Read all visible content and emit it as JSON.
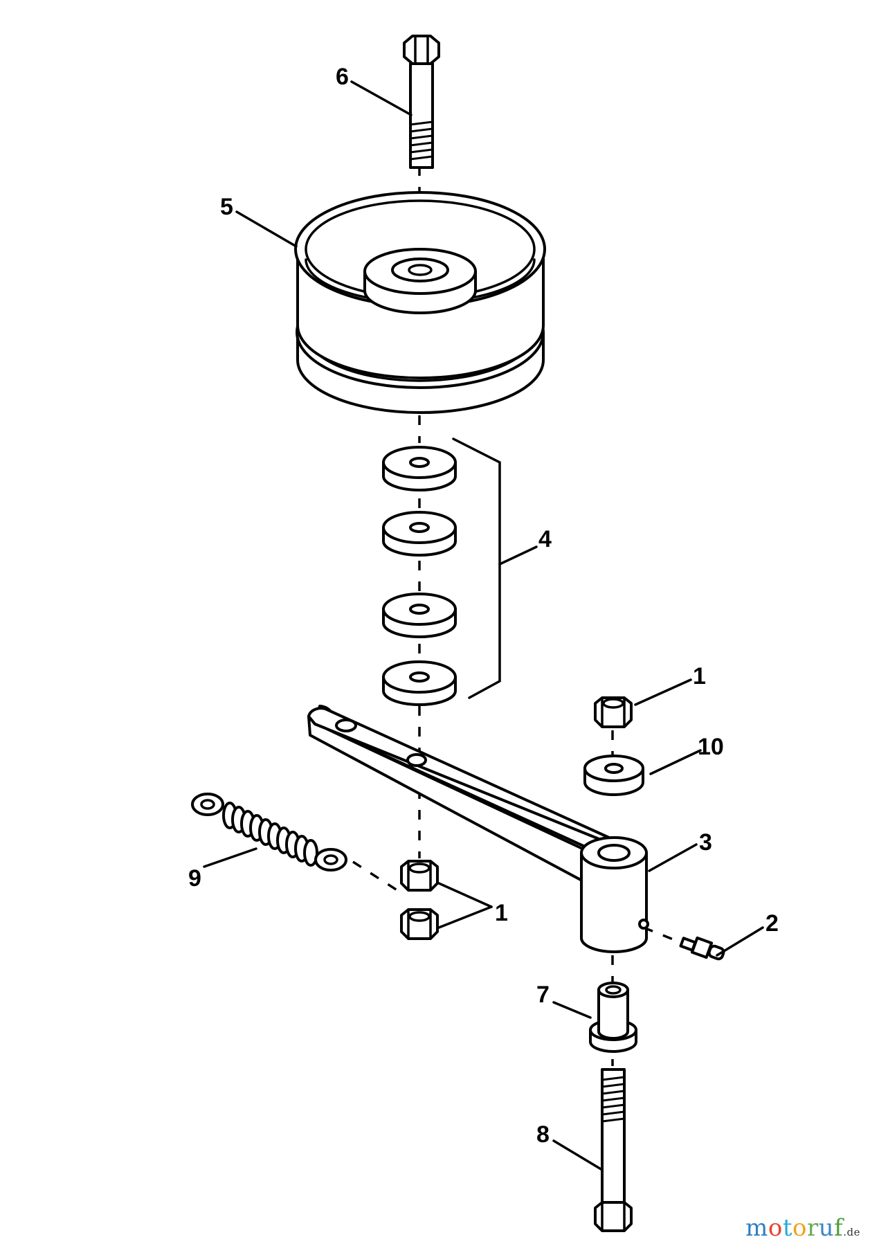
{
  "callouts": {
    "c1a": "1",
    "c1b": "1",
    "c2": "2",
    "c3": "3",
    "c4": "4",
    "c5": "5",
    "c6": "6",
    "c7": "7",
    "c8": "8",
    "c9": "9",
    "c10": "10"
  },
  "watermark": {
    "letters": [
      "m",
      "o",
      "t",
      "o",
      "r",
      "u",
      "f"
    ],
    "letter_colors": [
      "#2d7fc1",
      "#e8412c",
      "#27a9d8",
      "#f2a11a",
      "#6aa84f",
      "#3d85c6",
      "#4a9e3a"
    ],
    "suffix": ".de"
  }
}
